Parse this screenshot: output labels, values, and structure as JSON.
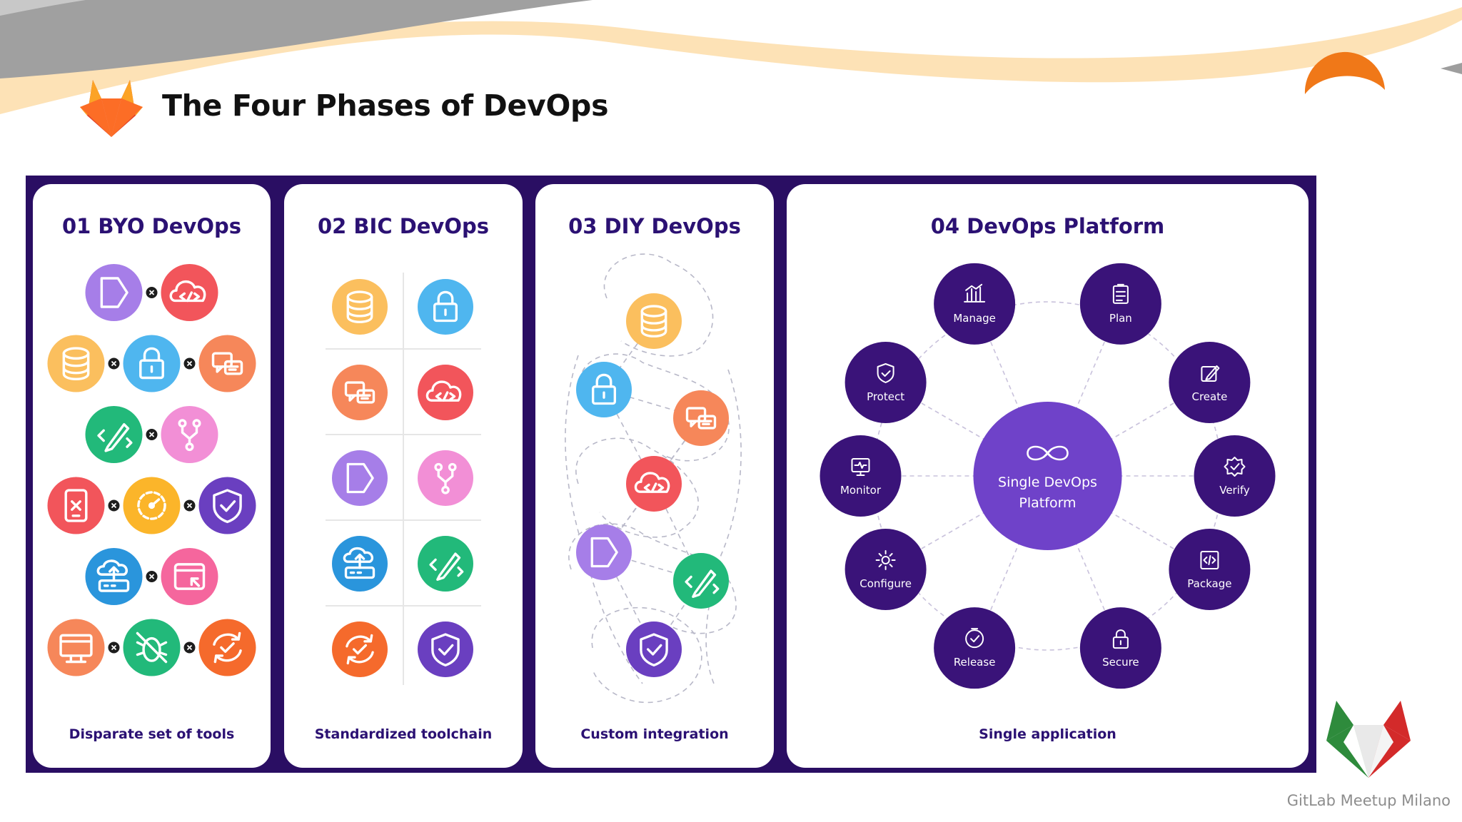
{
  "slide": {
    "title": "The Four Phases of DevOps",
    "footer": "GitLab Meetup Milano"
  },
  "colors": {
    "frame": "#2a0e63",
    "text_dark": "#2b1173",
    "node": "#3a1379",
    "hub": "#6f42c9",
    "orange_banner": "#ffd9a8",
    "gray_banner": "#9c9c9c",
    "sun": "#f07818"
  },
  "icon_colors": {
    "doc": "#a67ee8",
    "cloud": "#f2555b",
    "db": "#fbbf5e",
    "lock": "#4fb6ef",
    "chat": "#f6875a",
    "pen": "#22b97a",
    "branch": "#f28fd6",
    "mobile": "#f2555b",
    "gauge": "#fbb52a",
    "shield": "#6a3fc0",
    "deploy": "#2a95dc",
    "window": "#f5669d",
    "folder": "#f6875a",
    "bug": "#22b97a",
    "check": "#f56a2c"
  },
  "phases": [
    {
      "title": "01 BYO DevOps",
      "caption": "Disparate set of tools",
      "rows": [
        [
          "doc-icon",
          "cloud-code-icon"
        ],
        [
          "database-icon",
          "lock-icon",
          "chat-icon"
        ],
        [
          "pencil-code-icon",
          "branch-icon"
        ],
        [
          "mobile-test-icon",
          "gauge-icon",
          "shield-icon"
        ],
        [
          "deploy-icon",
          "window-icon"
        ],
        [
          "folder-icon",
          "bug-off-icon",
          "cycle-check-icon"
        ]
      ]
    },
    {
      "title": "02 BIC DevOps",
      "caption": "Standardized toolchain",
      "rows": [
        [
          "database-icon",
          "lock-icon"
        ],
        [
          "chat-icon",
          "cloud-code-icon"
        ],
        [
          "doc-icon",
          "branch-icon"
        ],
        [
          "deploy-icon",
          "pencil-code-icon"
        ],
        [
          "cycle-check-icon",
          "shield-icon"
        ]
      ]
    },
    {
      "title": "03 DIY DevOps",
      "caption": "Custom integration",
      "icons": [
        "database-icon",
        "lock-icon",
        "chat-icon",
        "cloud-code-icon",
        "doc-icon",
        "pencil-code-icon",
        "shield-icon"
      ]
    },
    {
      "title": "04 DevOps Platform",
      "caption": "Single application",
      "hub": {
        "line1": "Single DevOps",
        "line2": "Platform",
        "icon": "infinity-icon"
      },
      "stages": [
        {
          "label": "Manage",
          "icon": "chart-icon"
        },
        {
          "label": "Plan",
          "icon": "board-icon"
        },
        {
          "label": "Create",
          "icon": "edit-icon"
        },
        {
          "label": "Verify",
          "icon": "badge-check-icon"
        },
        {
          "label": "Package",
          "icon": "box-code-icon"
        },
        {
          "label": "Secure",
          "icon": "lock-icon"
        },
        {
          "label": "Release",
          "icon": "rocket-icon"
        },
        {
          "label": "Configure",
          "icon": "gear-icon"
        },
        {
          "label": "Monitor",
          "icon": "monitor-icon"
        },
        {
          "label": "Protect",
          "icon": "shield-icon"
        }
      ]
    }
  ]
}
